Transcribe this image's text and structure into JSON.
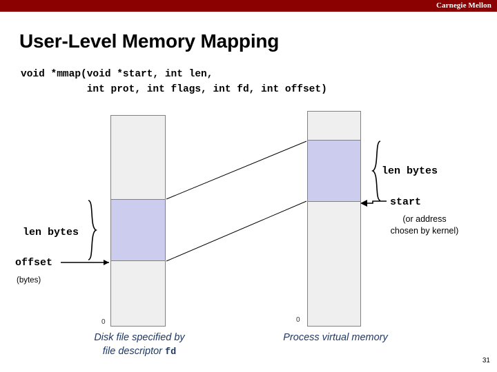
{
  "banner": {
    "brand": "Carnegie Mellon",
    "color": "#8b0000"
  },
  "title": "User-Level Memory Mapping",
  "code": {
    "line1": "void *mmap(void *start, int len,",
    "line2": "           int prot, int flags, int fd, int offset)"
  },
  "diagram": {
    "disk_zero": "0",
    "memory_zero": "0",
    "left_len_label": "len bytes",
    "offset_label": "offset",
    "bytes_note": "(bytes)",
    "right_len_label": "len bytes",
    "start_label": "start",
    "address_note_line1": "(or address",
    "address_note_line2": "chosen by kernel)",
    "disk_caption_line1": "Disk file specified by",
    "disk_caption_line2_prefix": "file descriptor ",
    "disk_caption_line2_mono": "fd",
    "memory_caption": "Process virtual memory",
    "highlight_color": "#ccccee",
    "box_fill": "#efefef",
    "box_border": "#808080"
  },
  "page_number": "31"
}
